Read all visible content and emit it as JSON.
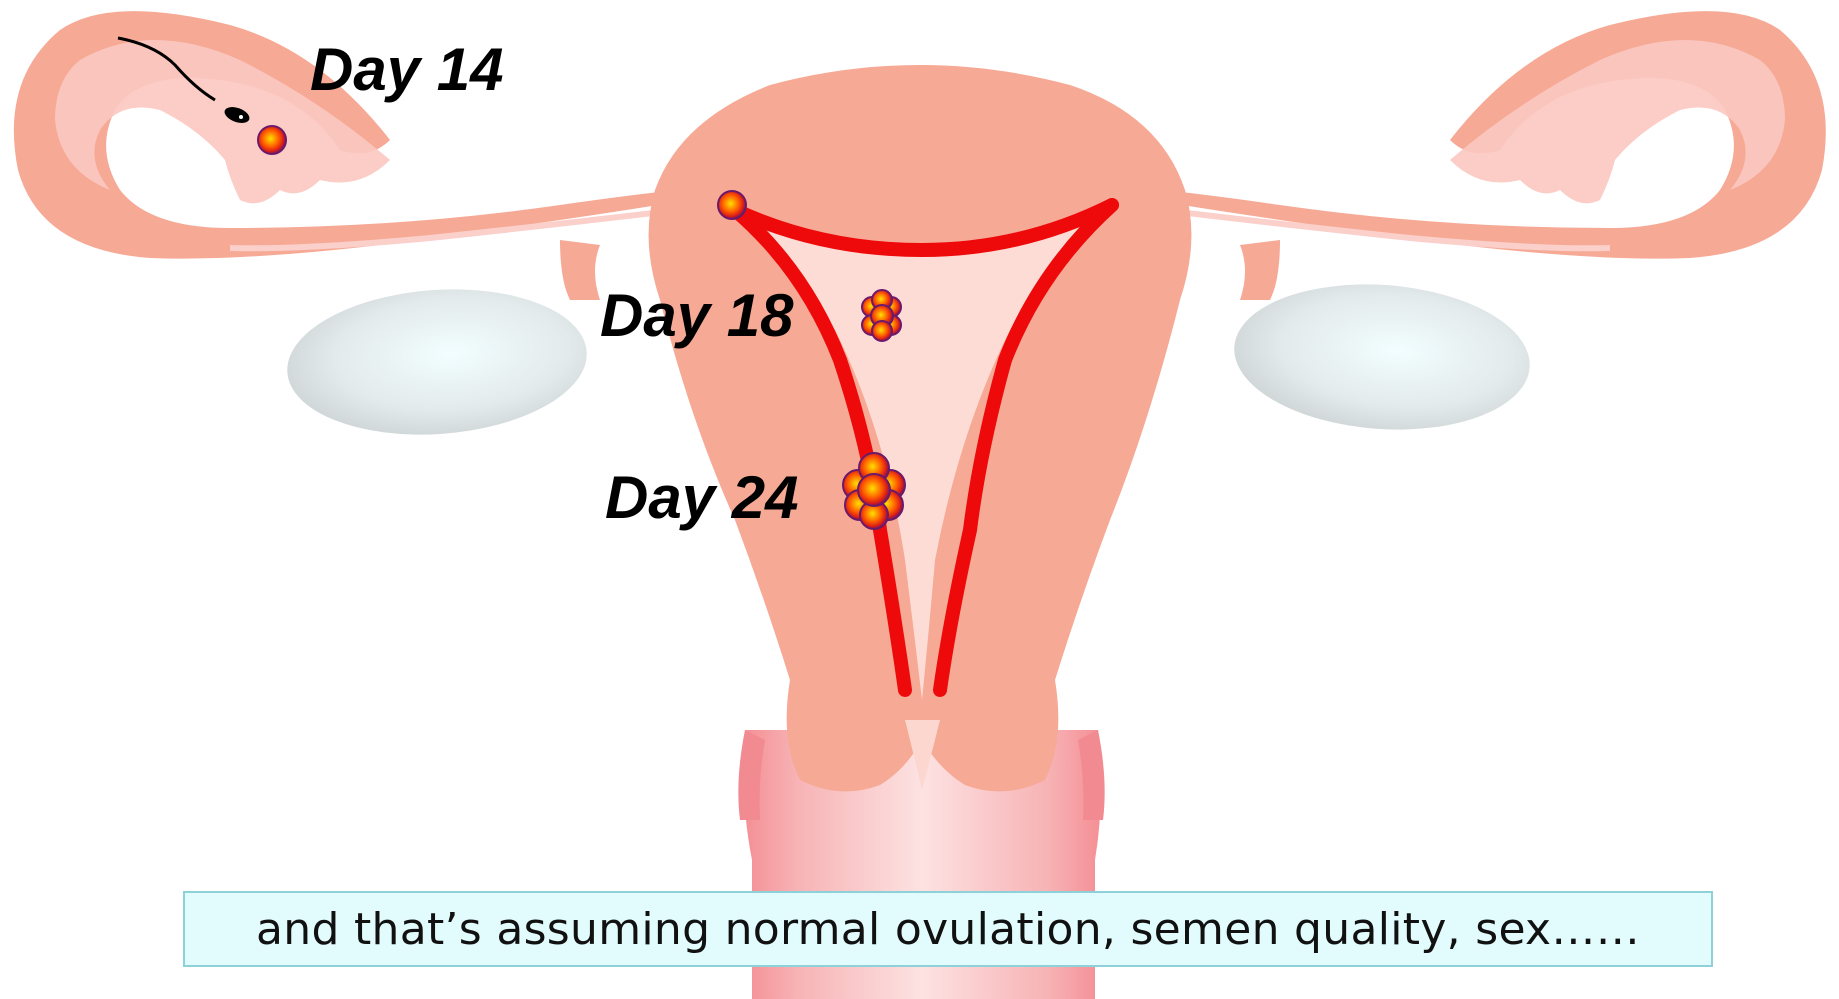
{
  "labels": {
    "day14": "Day 14",
    "day18": "Day 18",
    "day24": "Day 24"
  },
  "caption": "and that’s assuming normal ovulation, semen quality, sex……",
  "colors": {
    "uterus": "#f6a995",
    "uterus_outer": "#f7b3a3",
    "tube": "#f4a493",
    "tube_light": "#fbcfca",
    "cavity": "#fddcd6",
    "vessel": "#ee0a0a",
    "ovary": "#dfe7e8",
    "embryo_core": "#ffd400",
    "embryo_edge": "#5a1a7a",
    "caption_bg": "#e2fbfc",
    "caption_border": "#8fd1d8"
  }
}
